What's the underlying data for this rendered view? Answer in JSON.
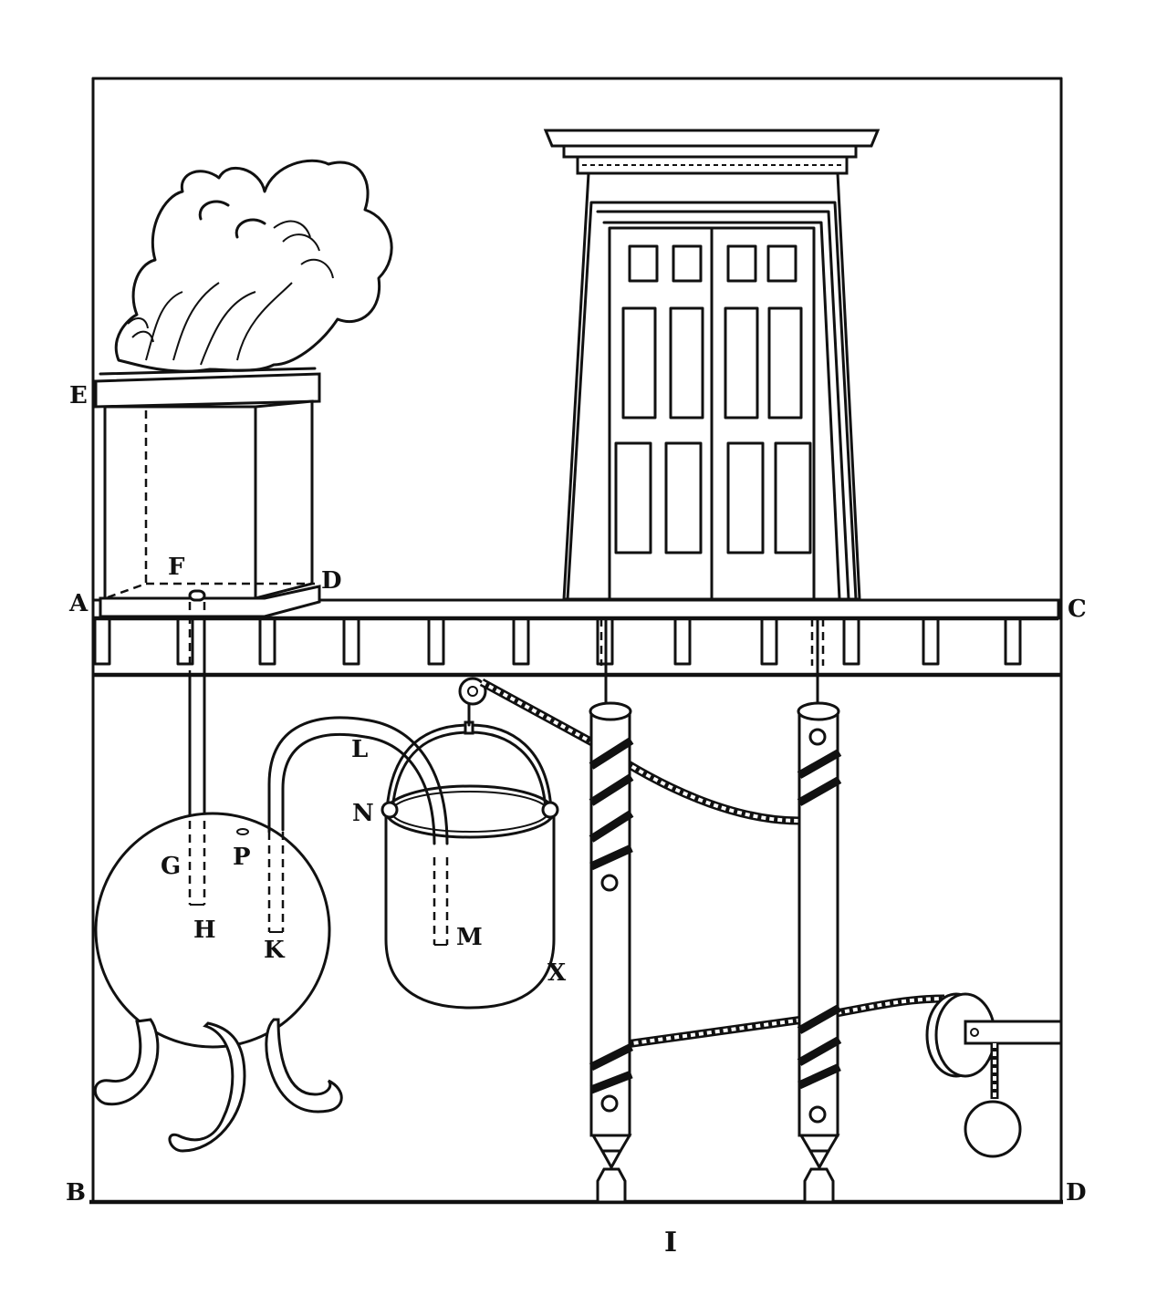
{
  "figure": {
    "subject": "Temple doors opened by fire on altar (Hero of Alexandria)",
    "caption": "I",
    "labels": {
      "E": "E",
      "F": "F",
      "D_altar": "D",
      "A": "A",
      "C": "C",
      "G": "G",
      "P": "P",
      "H": "H",
      "K": "K",
      "L": "L",
      "N": "N",
      "M": "M",
      "X": "X",
      "B": "B",
      "D_frame": "D"
    },
    "components": [
      "altar-with-fire",
      "temple-double-door",
      "floor-beam",
      "spherical-vessel",
      "siphon-tube",
      "hanging-bucket",
      "door-axle-cylinders",
      "rope",
      "pulley",
      "counterweight"
    ],
    "colors": {
      "ink": "#111111",
      "paper": "#ffffff"
    }
  }
}
